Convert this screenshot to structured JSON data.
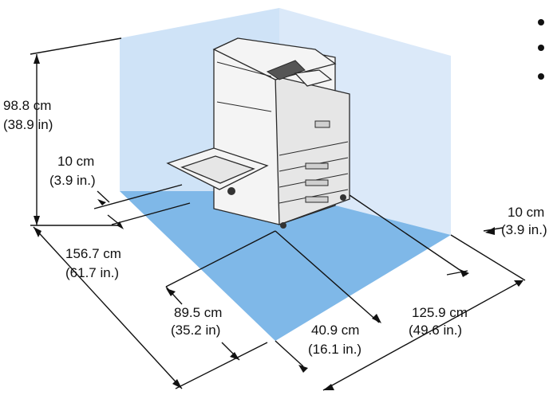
{
  "colors": {
    "back_wall": "#cfe3f7",
    "side_wall": "#dbe9f9",
    "floor": "#7fb8e8",
    "floor_dark": "#6aa7dd",
    "line": "#111111",
    "printer_body": "#f4f4f4",
    "printer_outline": "#2a2a2a"
  },
  "dimensions": {
    "height_cm": "98.8 cm",
    "height_in": "(38.9 in)",
    "left_clear_cm": "10 cm",
    "left_clear_in": "(3.9 in.)",
    "depth_cm": "156.7 cm",
    "depth_in": "(61.7 in.)",
    "tray_cm": "89.5 cm",
    "tray_in": "(35.2 in)",
    "body_cm": "40.9 cm",
    "body_in": "(16.1 in.)",
    "width_cm": "125.9 cm",
    "width_in": "(49.6 in.)",
    "right_clear_cm": "10 cm",
    "right_clear_in": "(3.9 in.)"
  },
  "icons": [
    "bullet-icon",
    "printer-illustration"
  ]
}
